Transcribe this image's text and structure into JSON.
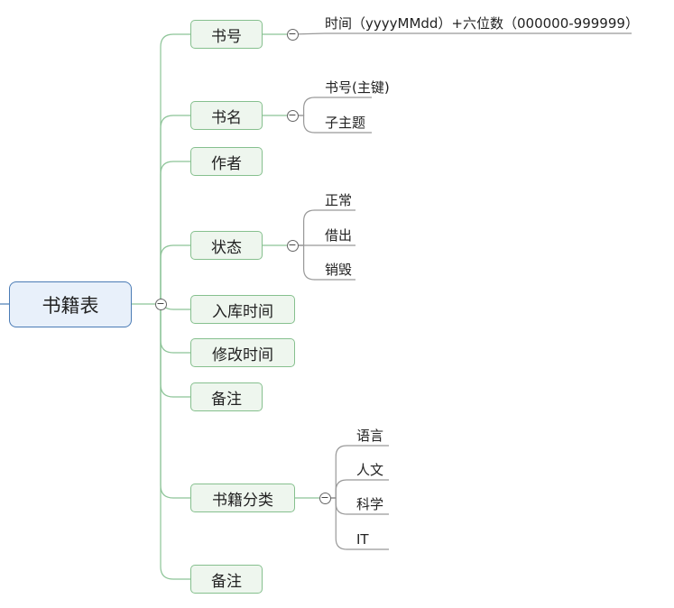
{
  "root": {
    "label": "书籍表"
  },
  "topics": [
    {
      "label": "书号",
      "children": [
        "时间（yyyyMMdd）+六位数（000000-999999）"
      ]
    },
    {
      "label": "书名",
      "children": [
        "书号(主键)",
        "子主题"
      ]
    },
    {
      "label": "作者",
      "children": []
    },
    {
      "label": "状态",
      "children": [
        "正常",
        "借出",
        "销毁"
      ]
    },
    {
      "label": "入库时间",
      "children": []
    },
    {
      "label": "修改时间",
      "children": []
    },
    {
      "label": "备注",
      "children": []
    },
    {
      "label": "书籍分类",
      "children": [
        "语言",
        "人文",
        "科学",
        "IT"
      ]
    },
    {
      "label": "备注",
      "children": []
    }
  ],
  "collapse_glyph": "−",
  "colors": {
    "root_border": "#4a7bb5",
    "root_fill": "#e8f0fa",
    "topic_border": "#86c08e",
    "topic_fill": "#eef6ee",
    "branch_line": "#8cc497",
    "leaf_line": "#999999"
  }
}
